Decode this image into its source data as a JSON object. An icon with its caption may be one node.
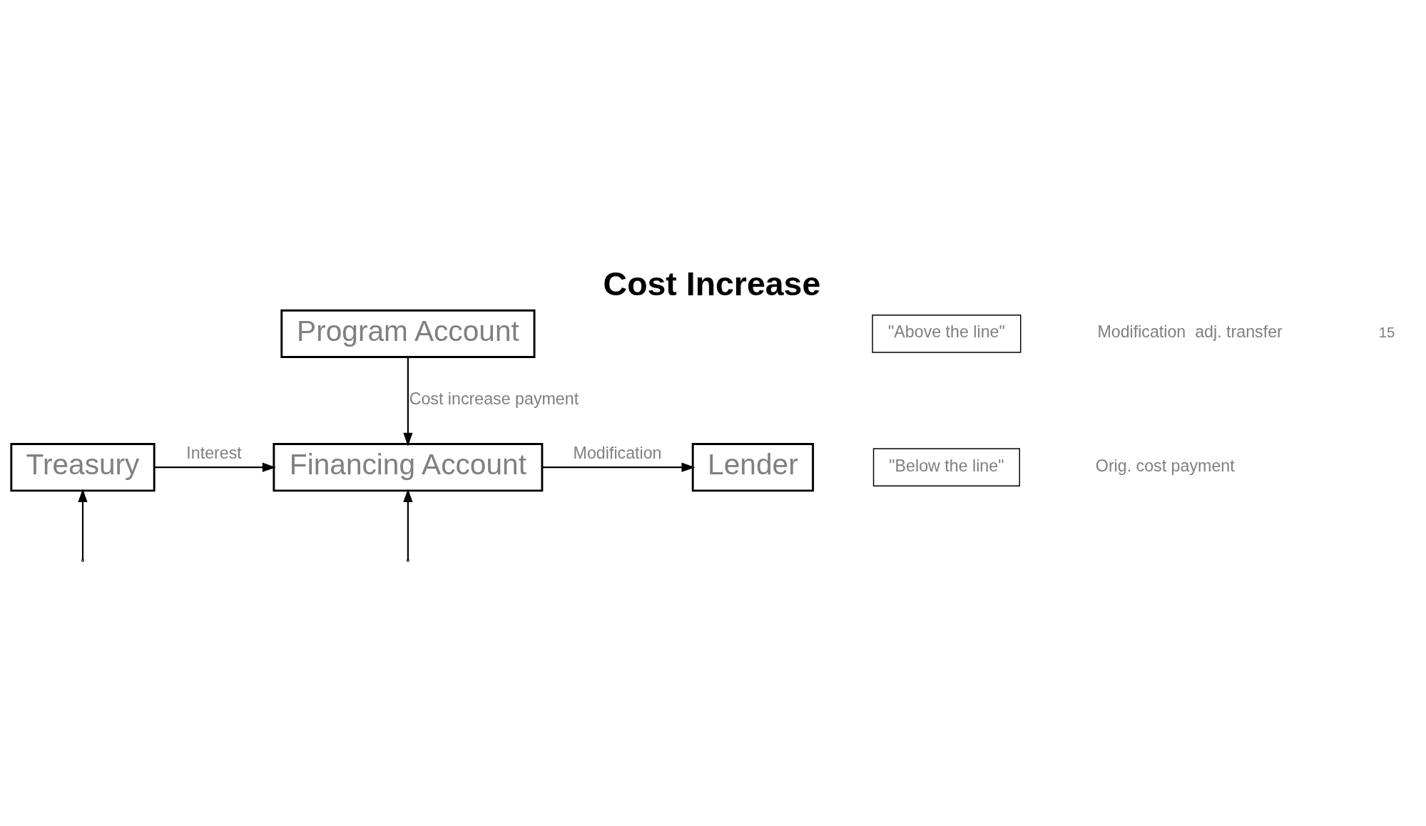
{
  "diagram": {
    "title": "Cost Increase",
    "nodes": [
      {
        "text": [
          "Program Account"
        ]
      },
      {
        "text": [
          "Financing Account"
        ]
      },
      {
        "text": [
          "Treasury"
        ]
      },
      {
        "text": [
          "Lender"
        ]
      },
      {
        "text": [
          "\"Above the line\""
        ]
      },
      {
        "text": [
          "\"Below the line\""
        ]
      }
    ],
    "edges": [
      {
        "from": 0,
        "to": 1,
        "arrow": "to",
        "label": "Cost increase payment"
      },
      {
        "from": 2,
        "to": 1,
        "arrow": "to",
        "label": "Interest"
      },
      {
        "from": 1,
        "to": 3,
        "arrow": "to",
        "label": "Modification"
      },
      {
        "from": null,
        "to": 2,
        "arrow": "to"
      },
      {
        "from": null,
        "to": 1,
        "arrow": "to"
      }
    ],
    "labels": [
      "Orig. cost payment",
      "Modification  adj. transfer",
      "15"
    ]
  }
}
